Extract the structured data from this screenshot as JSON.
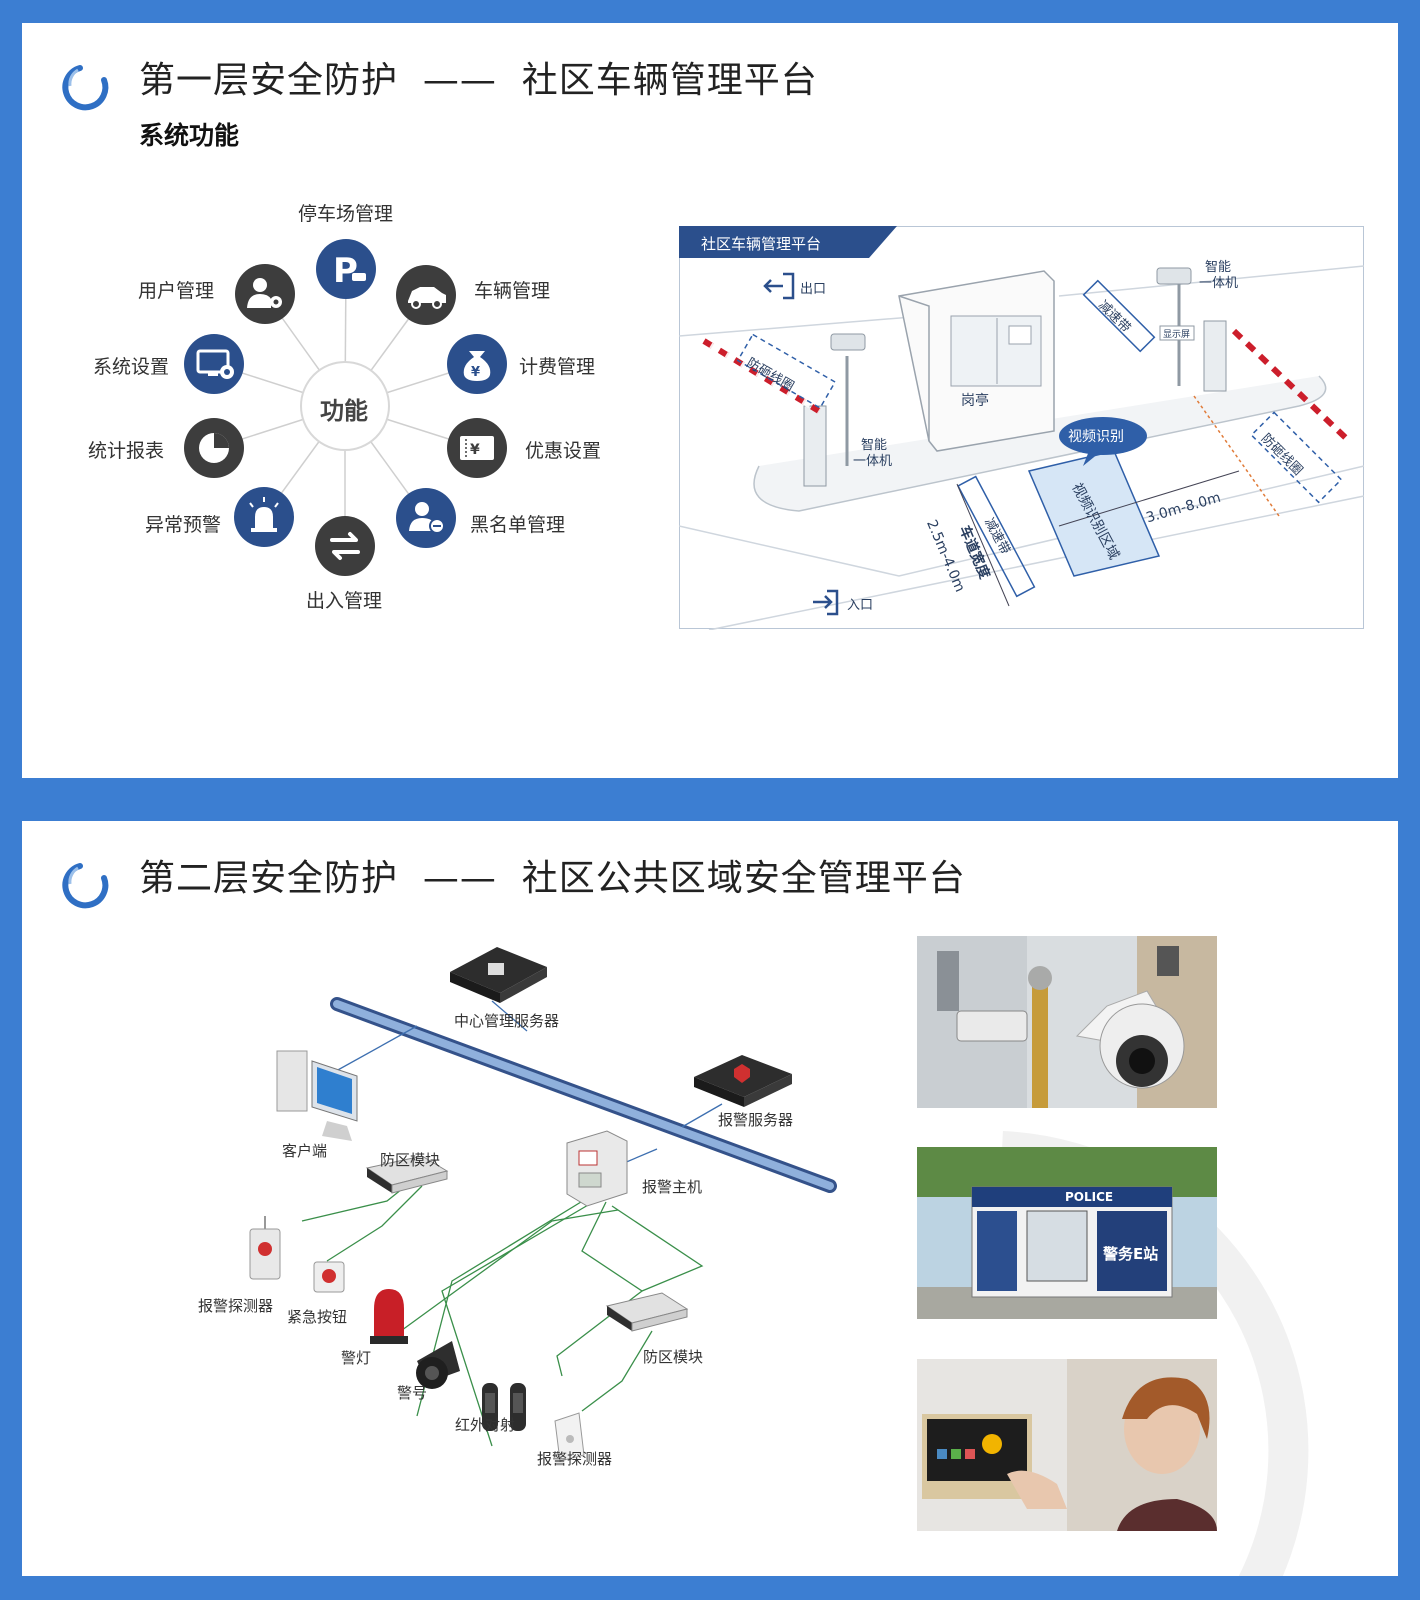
{
  "slide1": {
    "title": "第一层安全防护  ——  社区车辆管理平台",
    "subtitle": "系统功能",
    "wheel": {
      "center": "功能",
      "items": [
        {
          "label": "停车场管理",
          "icon": "parking-icon"
        },
        {
          "label": "车辆管理",
          "icon": "car-icon"
        },
        {
          "label": "计费管理",
          "icon": "money-bag-icon"
        },
        {
          "label": "优惠设置",
          "icon": "coupon-icon"
        },
        {
          "label": "黑名单管理",
          "icon": "user-block-icon"
        },
        {
          "label": "出入管理",
          "icon": "swap-arrows-icon"
        },
        {
          "label": "异常预警",
          "icon": "alarm-light-icon"
        },
        {
          "label": "统计报表",
          "icon": "pie-chart-icon"
        },
        {
          "label": "系统设置",
          "icon": "monitor-gear-icon"
        },
        {
          "label": "用户管理",
          "icon": "user-gear-icon"
        }
      ]
    },
    "parking": {
      "banner": "社区车辆管理平台",
      "exit": "出口",
      "entrance": "入口",
      "booth": "岗亭",
      "smart_unit_left": [
        "智能",
        "一体机"
      ],
      "smart_unit_right": [
        "智能",
        "一体机"
      ],
      "display": "显示屏",
      "video_bubble": "视频识别",
      "video_zone": "视频识别区域",
      "anti_smash_1": "防砸线圈",
      "anti_smash_2": "防砸线圈",
      "speed_bump_1": "减速带",
      "speed_bump_2": "减速带",
      "lane_width": "车道宽度",
      "lane_width_range": "2.5m-4.0m",
      "distance": "3.0m-8.0m"
    }
  },
  "slide2": {
    "title": "第二层安全防护  ——  社区公共区域安全管理平台",
    "network": {
      "central_server": "中心管理服务器",
      "alarm_server": "报警服务器",
      "client": "客户端",
      "zone_module_1": "防区模块",
      "alarm_host": "报警主机",
      "alarm_detector_1": "报警探测器",
      "emergency_button": "紧急按钮",
      "warning_light": "警灯",
      "siren": "警号",
      "infrared": "红外对射",
      "zone_module_2": "防区模块",
      "alarm_detector_2": "报警探测器"
    },
    "photos": {
      "kiosk_sign": "POLICE",
      "kiosk_text": "警务E站"
    }
  },
  "colors": {
    "background": "#3c7ed2",
    "icon_navy": "#2b4f8c",
    "icon_dark": "#3d3d3d",
    "accent_blue": "#2f6fc4"
  }
}
